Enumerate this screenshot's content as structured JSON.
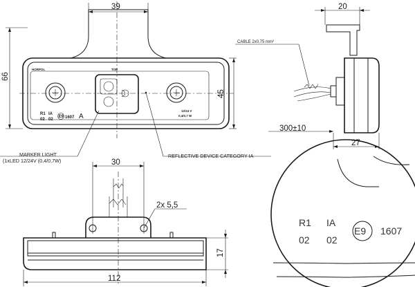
{
  "dimensions": {
    "front_width": "39",
    "front_height": "66",
    "front_body_height": "45",
    "side_top_width": "20",
    "cable_length": "300±10",
    "side_depth": "27",
    "bottom_hole_spacing": "30",
    "hole_size": "2x 5,5",
    "overall_width": "112",
    "bottom_height": "17"
  },
  "labels": {
    "brand": "HORPOL",
    "top": "TOP",
    "cable": "CABLE 2x0,75 mm²",
    "marker_light_line1": "MARKER LIGHT",
    "marker_light_line2": "(1xLED 12/24V (0,4/0,7W)",
    "reflective": "REFLECTIVE DEVICE CATEGORY IA",
    "voltage_line1": "12/24 V",
    "voltage_line2": "0,4/0,7 W"
  },
  "markings": {
    "r1": "R1",
    "ia": "IA",
    "code1": "02",
    "code2": "02",
    "e_mark": "E9",
    "approval": "1607",
    "letter_a": "A"
  }
}
